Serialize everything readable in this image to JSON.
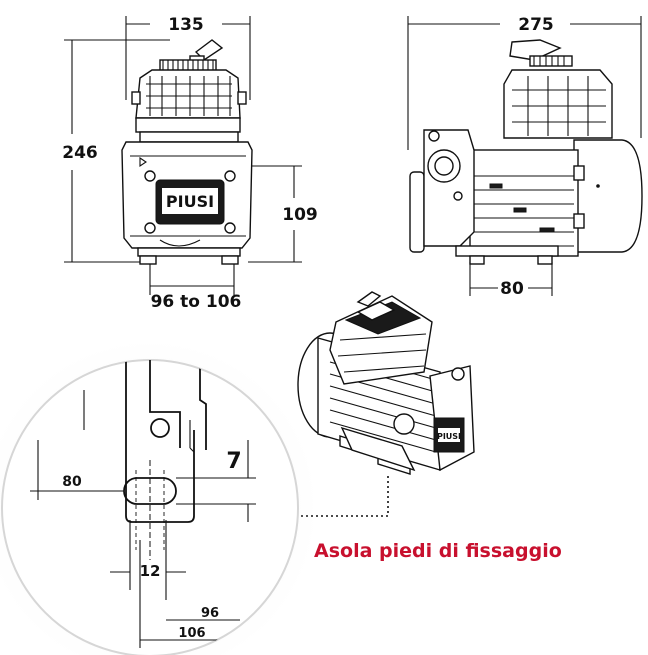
{
  "dimensions": {
    "front_width": "135",
    "front_height": "246",
    "front_axis_height": "109",
    "front_base_width": "96 to 106",
    "side_length": "275",
    "side_base": "80"
  },
  "detail": {
    "slot_offset": "7",
    "slot_height": "80",
    "slot_width": "12",
    "hole_span_min": "96",
    "hole_span_max": "106"
  },
  "brand": {
    "logo_text": "PIUSI"
  },
  "caption": "Asola piedi di fissaggio",
  "colors": {
    "caption": "#c8102e",
    "ink": "#111111",
    "shadow": "#e6e6e6"
  }
}
